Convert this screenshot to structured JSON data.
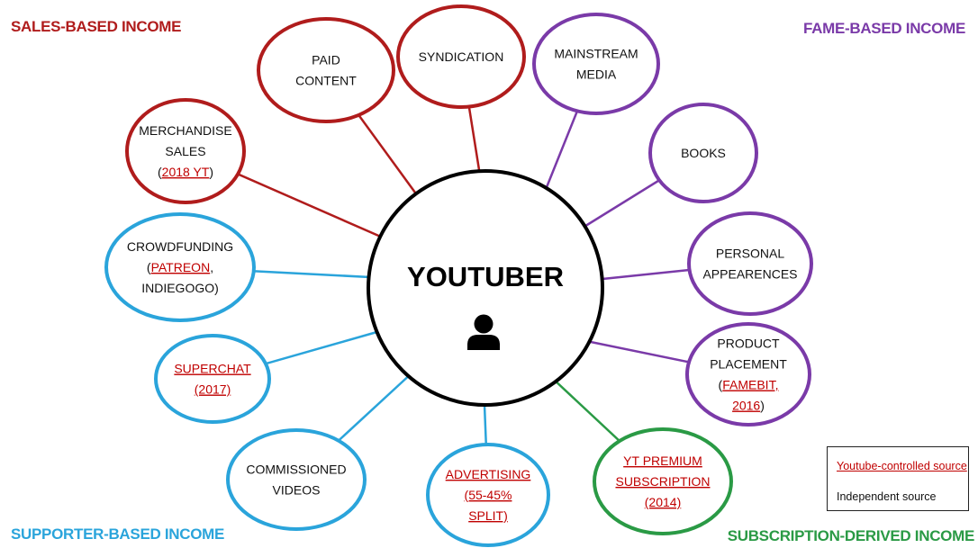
{
  "center": {
    "label": "YOUTUBER",
    "icon": "user-icon"
  },
  "colors": {
    "sales": "#b01c1c",
    "fame": "#7a3aa8",
    "supporter": "#2aa4db",
    "subscription": "#2a9a45",
    "youtube_controlled": "#c00000"
  },
  "categories": {
    "sales": "SALES-BASED INCOME",
    "fame": "FAME-BASED INCOME",
    "supporter": "SUPPORTER-BASED INCOME",
    "subscription": "SUBSCRIPTION-DERIVED INCOME"
  },
  "legend": {
    "youtube_controlled": "Youtube-controlled source",
    "independent": "Independent source"
  },
  "nodes": [
    {
      "id": "paid-content",
      "group": "sales",
      "lines": [
        [
          {
            "t": "PAID"
          }
        ],
        [
          {
            "t": "CONTENT"
          }
        ]
      ]
    },
    {
      "id": "syndication",
      "group": "sales",
      "lines": [
        [
          {
            "t": "SYNDICATION"
          }
        ]
      ]
    },
    {
      "id": "merchandise-sales",
      "group": "sales",
      "lines": [
        [
          {
            "t": "MERCHANDISE"
          }
        ],
        [
          {
            "t": "SALES"
          }
        ],
        [
          {
            "t": "("
          },
          {
            "t": "2018 YT",
            "yt": true
          },
          {
            "t": ")"
          }
        ]
      ]
    },
    {
      "id": "mainstream-media",
      "group": "fame",
      "lines": [
        [
          {
            "t": "MAINSTREAM"
          }
        ],
        [
          {
            "t": "MEDIA"
          }
        ]
      ]
    },
    {
      "id": "books",
      "group": "fame",
      "lines": [
        [
          {
            "t": "BOOKS"
          }
        ]
      ]
    },
    {
      "id": "personal-appearances",
      "group": "fame",
      "lines": [
        [
          {
            "t": "PERSONAL"
          }
        ],
        [
          {
            "t": "APPEARENCES"
          }
        ]
      ]
    },
    {
      "id": "product-placement",
      "group": "fame",
      "lines": [
        [
          {
            "t": "PRODUCT"
          }
        ],
        [
          {
            "t": "PLACEMENT"
          }
        ],
        [
          {
            "t": "("
          },
          {
            "t": "FAMEBIT,",
            "yt": true
          }
        ],
        [
          {
            "t": "2016",
            "yt": true
          },
          {
            "t": ")"
          }
        ]
      ]
    },
    {
      "id": "crowdfunding",
      "group": "supporter",
      "lines": [
        [
          {
            "t": "CROWDFUNDING"
          }
        ],
        [
          {
            "t": "("
          },
          {
            "t": "PATREON",
            "yt": true
          },
          {
            "t": ","
          }
        ],
        [
          {
            "t": "INDIEGOGO)"
          }
        ]
      ]
    },
    {
      "id": "superchat",
      "group": "supporter",
      "lines": [
        [
          {
            "t": "SUPERCHAT",
            "yt": true
          }
        ],
        [
          {
            "t": "(2017)",
            "yt": true
          }
        ]
      ]
    },
    {
      "id": "commissioned-videos",
      "group": "supporter",
      "lines": [
        [
          {
            "t": "COMMISSIONED"
          }
        ],
        [
          {
            "t": "VIDEOS"
          }
        ]
      ]
    },
    {
      "id": "advertising",
      "group": "supporter",
      "lines": [
        [
          {
            "t": "ADVERTISING",
            "yt": true
          }
        ],
        [
          {
            "t": "(55-45%",
            "yt": true
          }
        ],
        [
          {
            "t": "SPLIT)",
            "yt": true
          }
        ]
      ]
    },
    {
      "id": "yt-premium",
      "group": "subscription",
      "lines": [
        [
          {
            "t": "YT PREMIUM",
            "yt": true
          }
        ],
        [
          {
            "t": "SUBSCRIPTION",
            "yt": true
          }
        ],
        [
          {
            "t": "(2014)",
            "yt": true
          }
        ]
      ]
    }
  ]
}
